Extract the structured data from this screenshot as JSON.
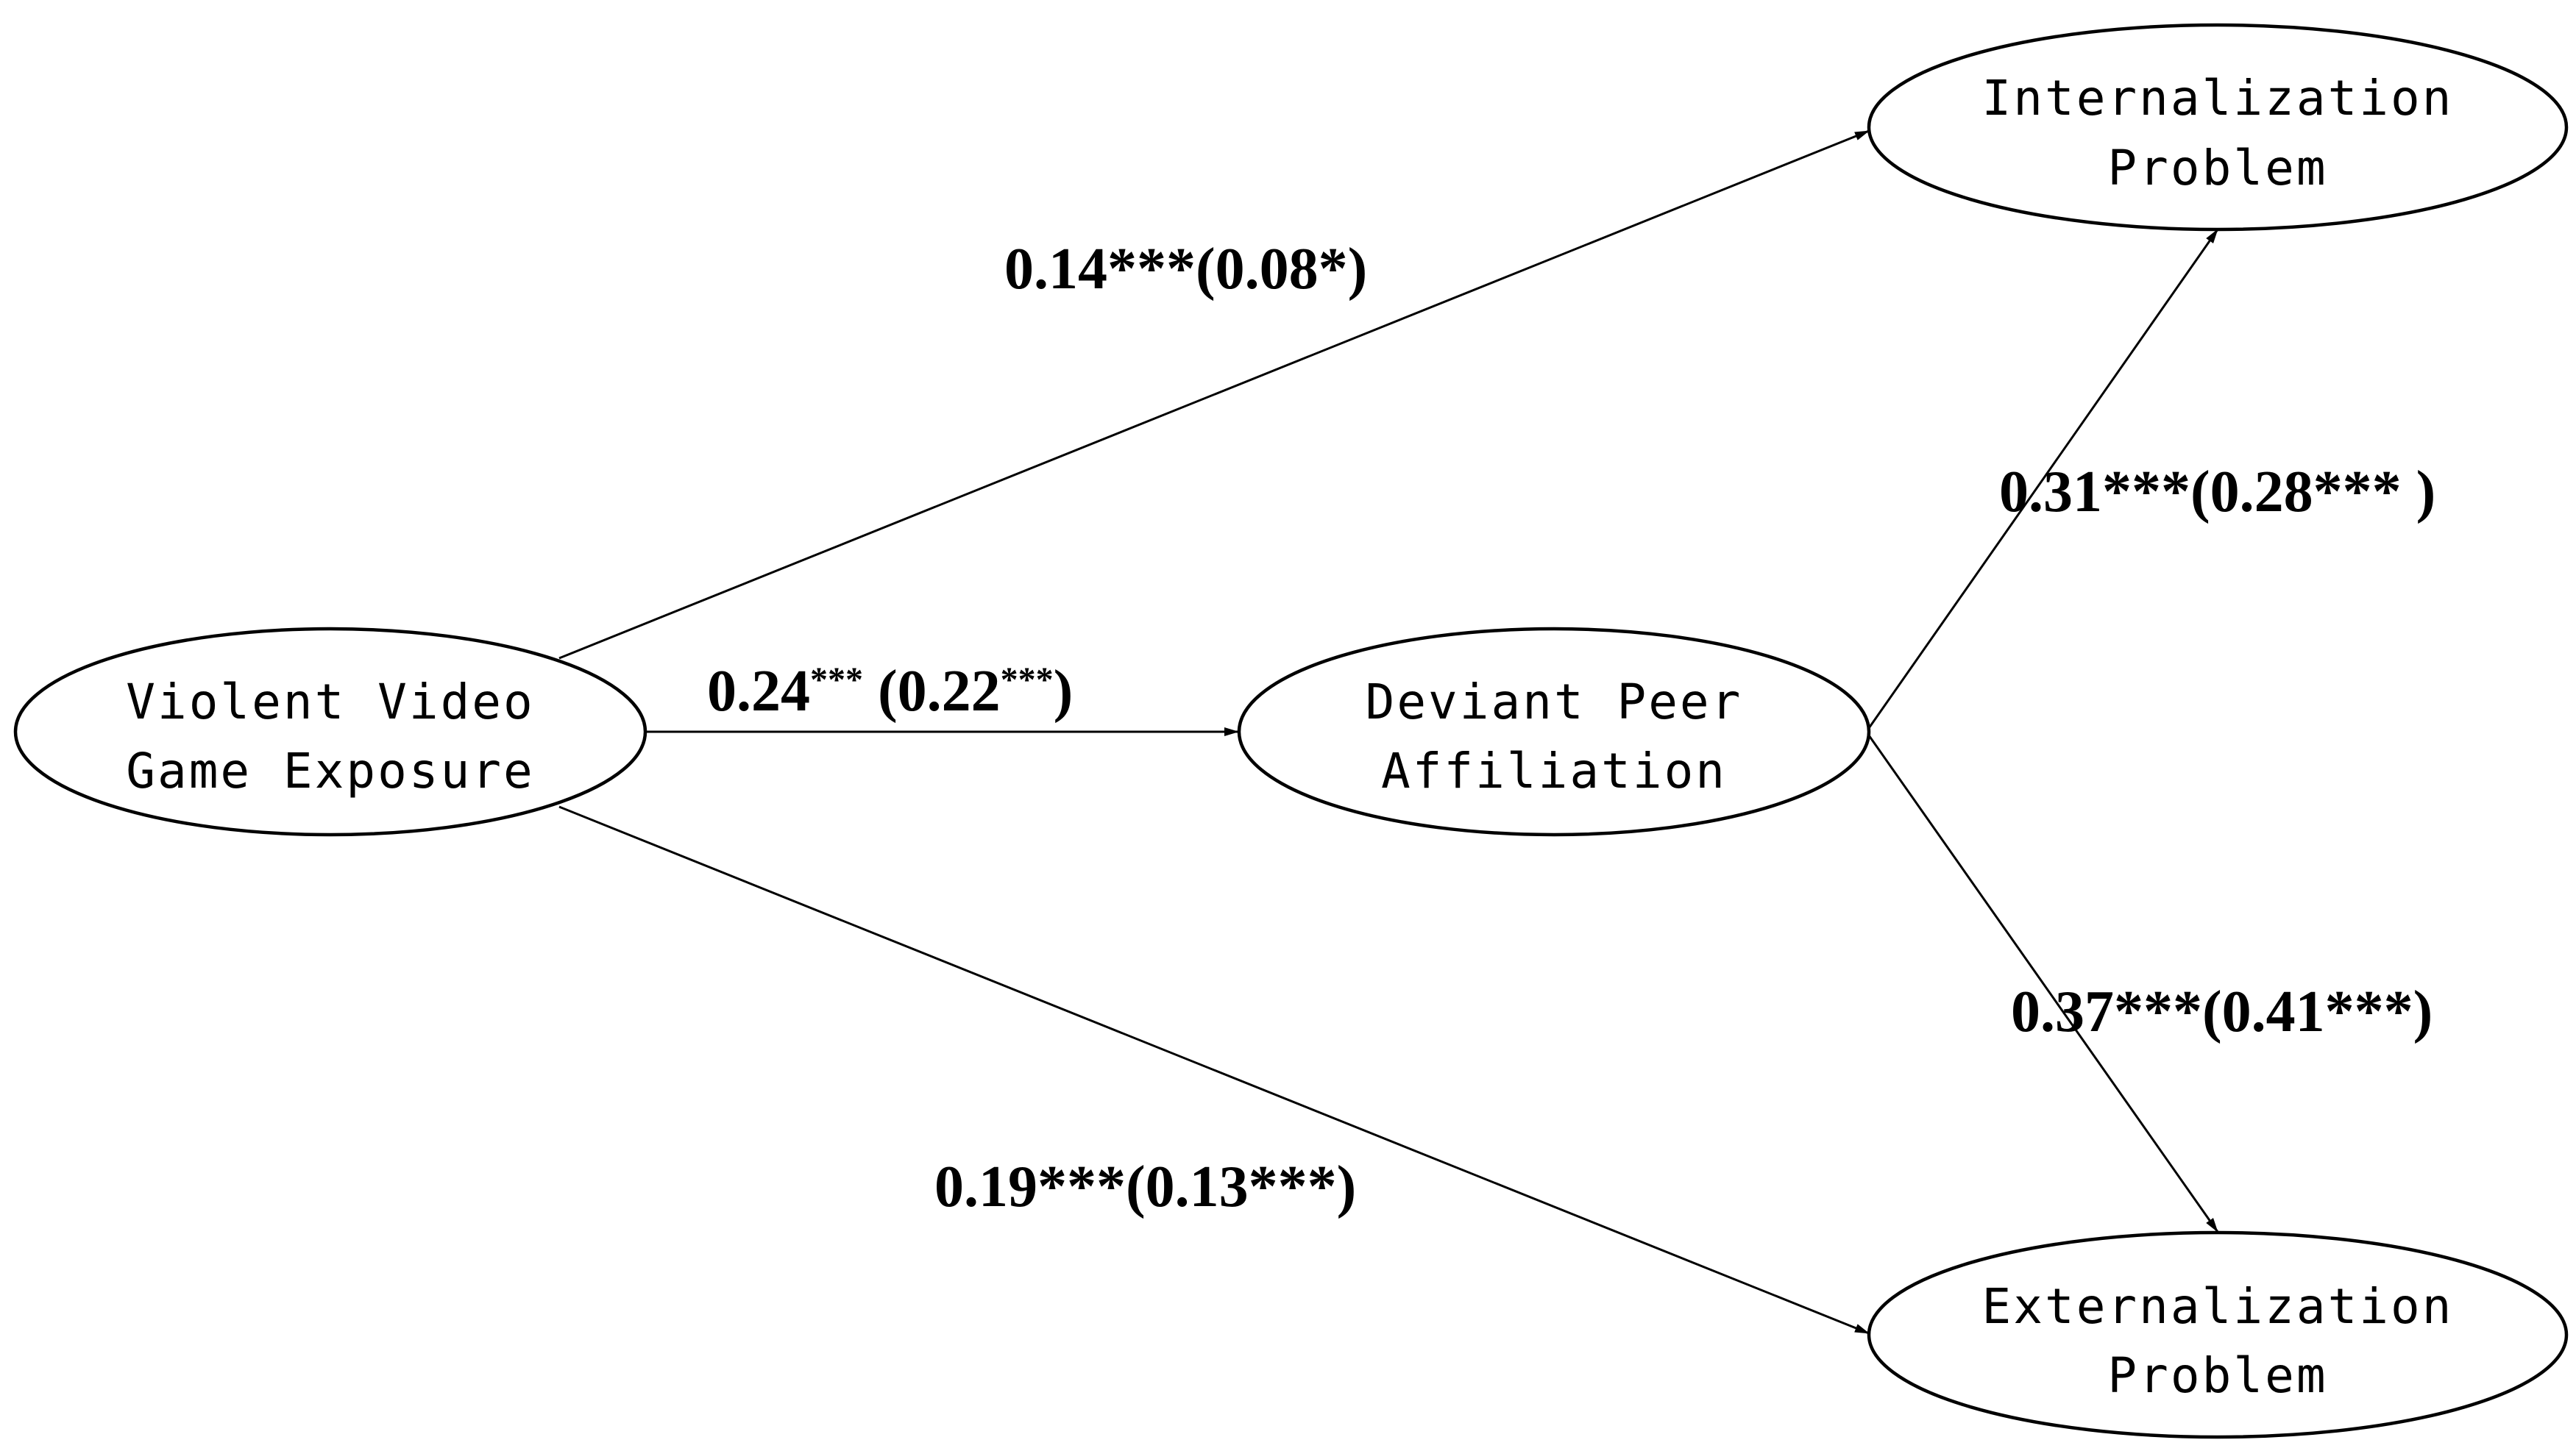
{
  "nodes": {
    "vvge": {
      "line1": "Violent Video",
      "line2": "Game Exposure"
    },
    "dpa": {
      "line1": "Deviant Peer",
      "line2": "Affiliation"
    },
    "internal": {
      "line1": "Internalization",
      "line2": "Problem"
    },
    "external": {
      "line1": "Externalization",
      "line2": "Problem"
    }
  },
  "edges": {
    "vvge_internal": "0.14***(0.08*)",
    "vvge_dpa": {
      "main": "0.24",
      "stars1": "***",
      "paren_main": " (0.22",
      "stars2": "***",
      "close": ")"
    },
    "vvge_external": "0.19***(0.13***)",
    "dpa_internal": "0.31***(0.28*** )",
    "dpa_external": "0.37***(0.41***)"
  },
  "colors": {
    "stroke": "#000000",
    "background": "#ffffff"
  }
}
